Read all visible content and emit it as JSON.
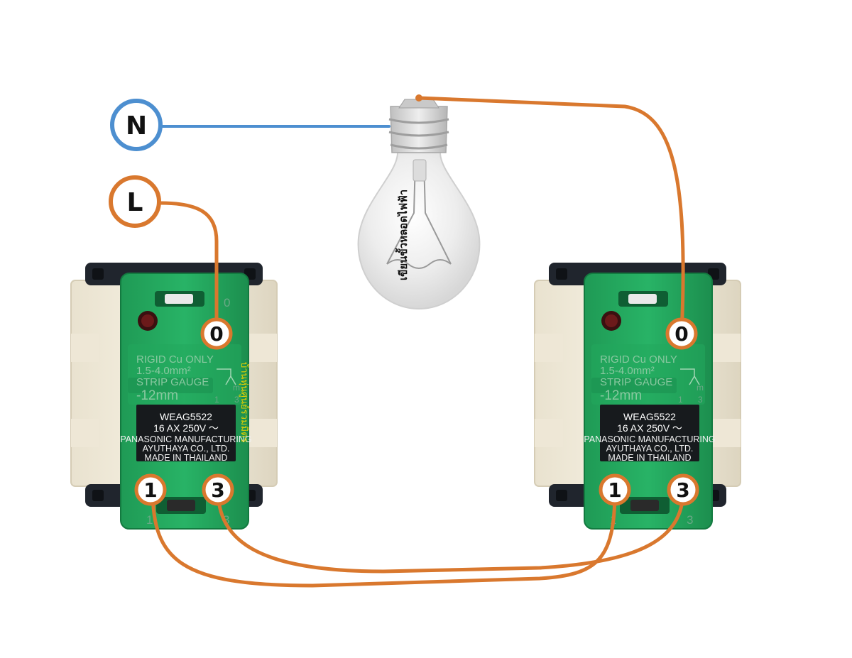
{
  "supply": {
    "neutral_label": "N",
    "live_label": "L",
    "neutral_color": "#4d8fd0",
    "live_color": "#d9782e"
  },
  "lamp": {
    "caption": "เขียนขั้วหลอดไฟฟ้า"
  },
  "switch_left": {
    "common_terminal": "0",
    "terminal_1": "1",
    "terminal_3": "3",
    "mold_line_1": "RIGID Cu ONLY",
    "mold_line_2": "1.5-4.0mm²",
    "mold_line_3": "STRIP GAUGE",
    "mold_strip": "-12mm",
    "mold_0": "0",
    "mold_1": "1",
    "mold_3": "3",
    "mold_m": "m",
    "mold_b1": "1",
    "mold_b3": "3",
    "plate_model": "WEAG5522",
    "plate_rating": "16 AX 250V ～",
    "plate_maker": "PANASONIC MANUFACTURING",
    "plate_company": "AYUTHAYA CO., LTD.",
    "plate_origin": "MADE IN THAILAND",
    "side_note": "บ้านหุ่นศูนย์รวมมิตร"
  },
  "switch_right": {
    "common_terminal": "0",
    "terminal_1": "1",
    "terminal_3": "3",
    "mold_line_1": "RIGID Cu ONLY",
    "mold_line_2": "1.5-4.0mm²",
    "mold_line_3": "STRIP GAUGE",
    "mold_strip": "-12mm",
    "mold_1": "1",
    "mold_3": "3",
    "mold_m": "m",
    "mold_b1": "1",
    "mold_b3": "3",
    "plate_model": "WEAG5522",
    "plate_rating": "16 AX 250V ～",
    "plate_maker": "PANASONIC MANUFACTURING",
    "plate_company": "AYUTHAYA CO., LTD.",
    "plate_origin": "MADE IN THAILAND"
  }
}
